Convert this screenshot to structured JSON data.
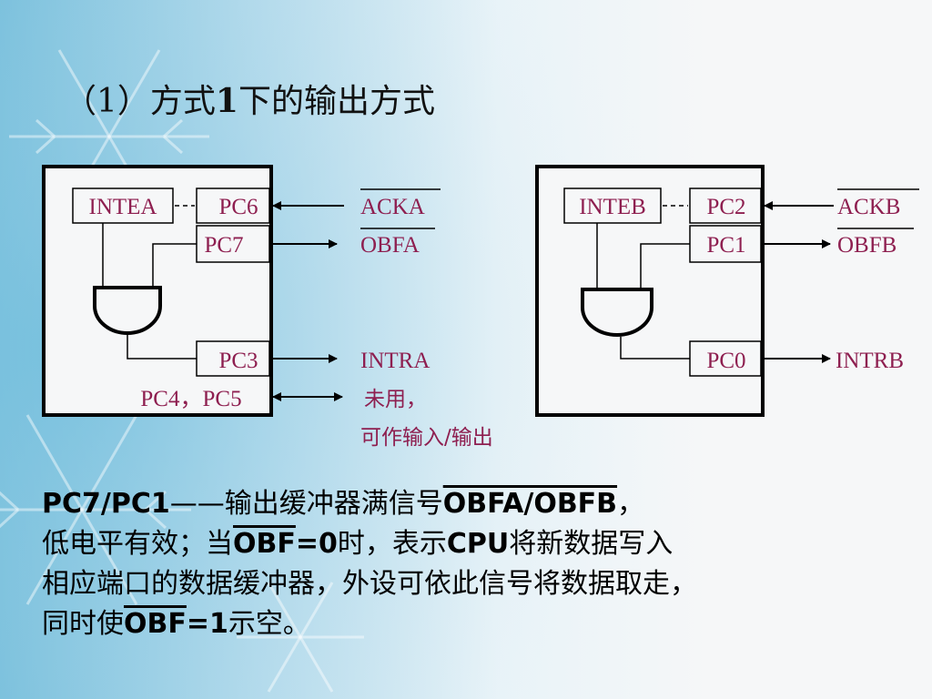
{
  "slide": {
    "title_prefix": "（1）方式",
    "title_num": "1",
    "title_suffix": "下的输出方式"
  },
  "port_a": {
    "inte": "INTEA",
    "pin_ack": "PC6",
    "pin_obf": "PC7",
    "pin_intr": "PC3",
    "pins_io": "PC4，PC5",
    "sig_ack": "ACKA",
    "sig_obf": "OBFA",
    "sig_intr": "INTRA",
    "sig_io_1": "未用，",
    "sig_io_2": "可作输入/输出"
  },
  "port_b": {
    "inte": "INTEB",
    "pin_ack": "PC2",
    "pin_obf": "PC1",
    "pin_intr": "PC0",
    "sig_ack": "ACKB",
    "sig_obf": "OBFB",
    "sig_intr": "INTRB"
  },
  "colors": {
    "label": "#8e1f50",
    "line": "#000000"
  },
  "description": {
    "l1_a": "PC7/PC1",
    "l1_b": "——输出缓冲器满信号",
    "l1_c": "OBFA/OBFB",
    "l1_d": "，",
    "l2_a": "低电平有效；当",
    "l2_b": "OBF",
    "l2_c": "=0",
    "l2_d": "时，表示",
    "l2_e": "CPU",
    "l2_f": "将新数据写入",
    "l3": "相应端口的数据缓冲器，外设可依此信号将数据取走，",
    "l4_a": "同时使",
    "l4_b": "OBF",
    "l4_c": "=1",
    "l4_d": "示空。"
  }
}
